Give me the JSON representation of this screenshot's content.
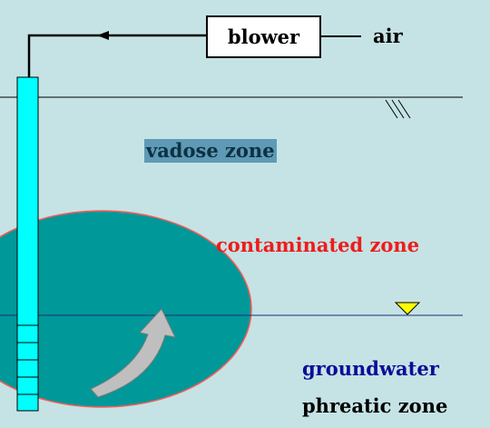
{
  "labels": {
    "blower": "blower",
    "air": "air",
    "vadose": "vadose zone",
    "contaminated": "contaminated zone",
    "groundwater": "groundwater",
    "phreatic": "phreatic zone"
  },
  "colors": {
    "background": "#c5e3e4",
    "plume": "#009898",
    "plume_edge": "#ff5a5a",
    "well": "#00ffff",
    "water_table_marker": "#ffff00",
    "contaminated_text": "#ee1c1c",
    "groundwater_text": "#0c0c99",
    "arrow": "#bfbfbf"
  },
  "icons": {
    "water_table": "inverted-triangle-icon",
    "ground_surface": "ground-hatch-icon",
    "flow": "curved-arrow-icon",
    "pipe_flow": "arrowhead-icon"
  }
}
